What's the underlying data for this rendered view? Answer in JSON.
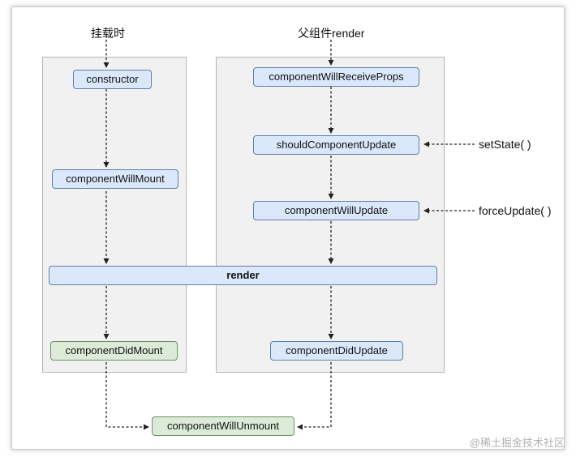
{
  "labels": {
    "mount": "挂载时",
    "parent_render": "父组件render",
    "set_state": "setState( )",
    "force_update": "forceUpdate( )"
  },
  "nodes": {
    "constructor": "constructor",
    "will_mount": "componentWillMount",
    "render": "render",
    "did_mount": "componentDidMount",
    "will_receive_props": "componentWillReceiveProps",
    "should_update": "shouldComponentUpdate",
    "will_update": "componentWillUpdate",
    "did_update": "componentDidUpdate",
    "will_unmount": "componentWillUnmount"
  },
  "watermark": "@稀土掘金技术社区",
  "colors": {
    "node_blue": "#dbe8fb",
    "node_green": "#dcebd7",
    "panel": "#f1f1f1",
    "arrow": "#222222"
  }
}
